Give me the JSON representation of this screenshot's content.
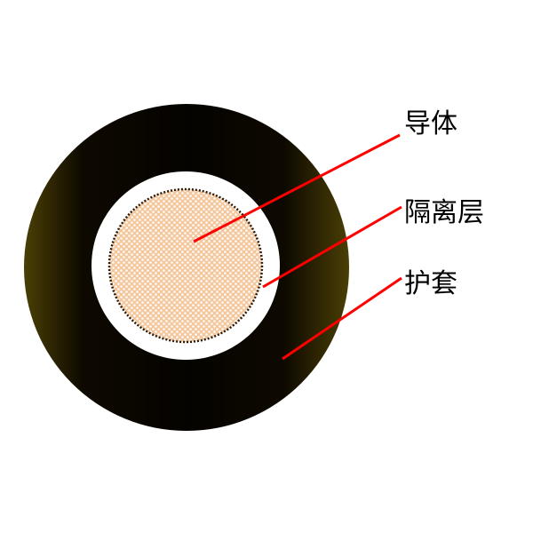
{
  "labels": {
    "conductor": "导体",
    "insulation": "隔离层",
    "sheath": "护套"
  },
  "colors": {
    "background": "#ffffff",
    "sheath_dark": "#050300",
    "sheath_edge": "#4a3f05",
    "insulation": "#ffffff",
    "conductor_fill": "#f3c69c",
    "conductor_dots": "#ffffff",
    "conductor_border": "#2a1a0a",
    "leader_line": "#ff0000"
  }
}
